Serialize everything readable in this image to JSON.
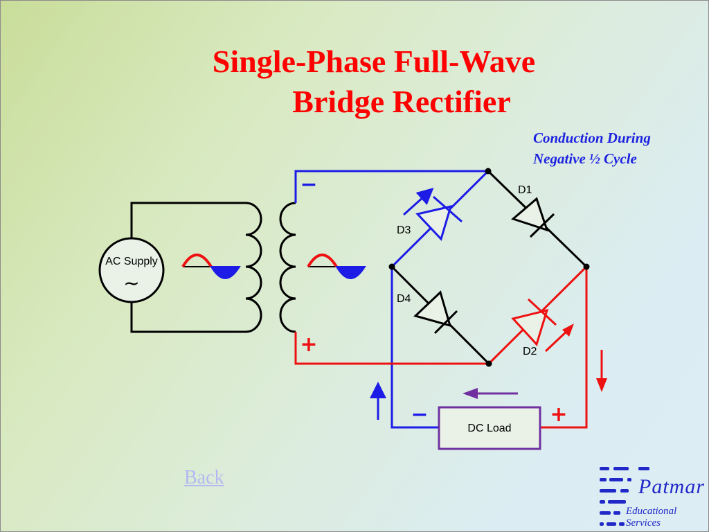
{
  "slide": {
    "title_line1": "Single-Phase Full-Wave",
    "title_line2": "Bridge Rectifier",
    "subtitle_line1": "Conduction During",
    "subtitle_line2": "Negative ½ Cycle",
    "back_link": "Back"
  },
  "diagram": {
    "ac_supply_label": "AC Supply",
    "ac_symbol": "~",
    "d1": "D1",
    "d2": "D2",
    "d3": "D3",
    "d4": "D4",
    "dc_load_label": "DC Load",
    "minus_symbol": "−",
    "plus_symbol": "+",
    "colors": {
      "negative_path": "#1c1ce6",
      "positive_path": "#ee1111",
      "inactive_path": "#000000",
      "load_border": "#7030a0",
      "title": "#ff0000",
      "subtitle": "#1d22e0"
    }
  },
  "logo": {
    "name": "Patmar",
    "tagline": "Educational Services"
  }
}
